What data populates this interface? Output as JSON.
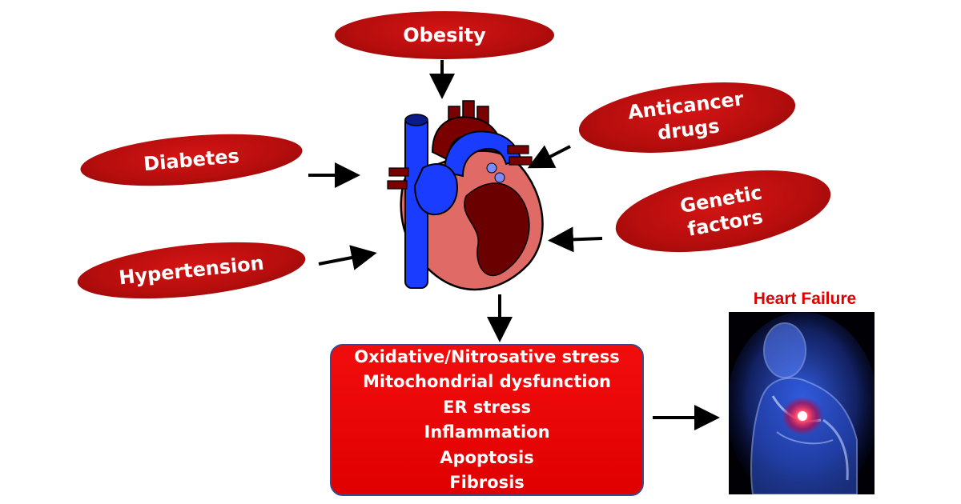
{
  "risk_factors": {
    "obesity": "Obesity",
    "anticancer_line1": "Anticancer",
    "anticancer_line2": "drugs",
    "diabetes": "Diabetes",
    "genetic_line1": "Genetic",
    "genetic_line2": "factors",
    "hypertension": "Hypertension"
  },
  "mechanisms": [
    "Oxidative/Nitrosative stress",
    "Mitochondrial dysfunction",
    "ER stress",
    "Inflammation",
    "Apoptosis",
    "Fibrosis"
  ],
  "outcome": {
    "title": "Heart Failure"
  },
  "colors": {
    "oval_red": "#b50d0d",
    "box_red": "#e00000",
    "title_red": "#e00000",
    "arrow": "#000000",
    "heart_red": "#d9534f",
    "heart_dark": "#6b0000",
    "vessel_blue": "#1a3cff"
  }
}
